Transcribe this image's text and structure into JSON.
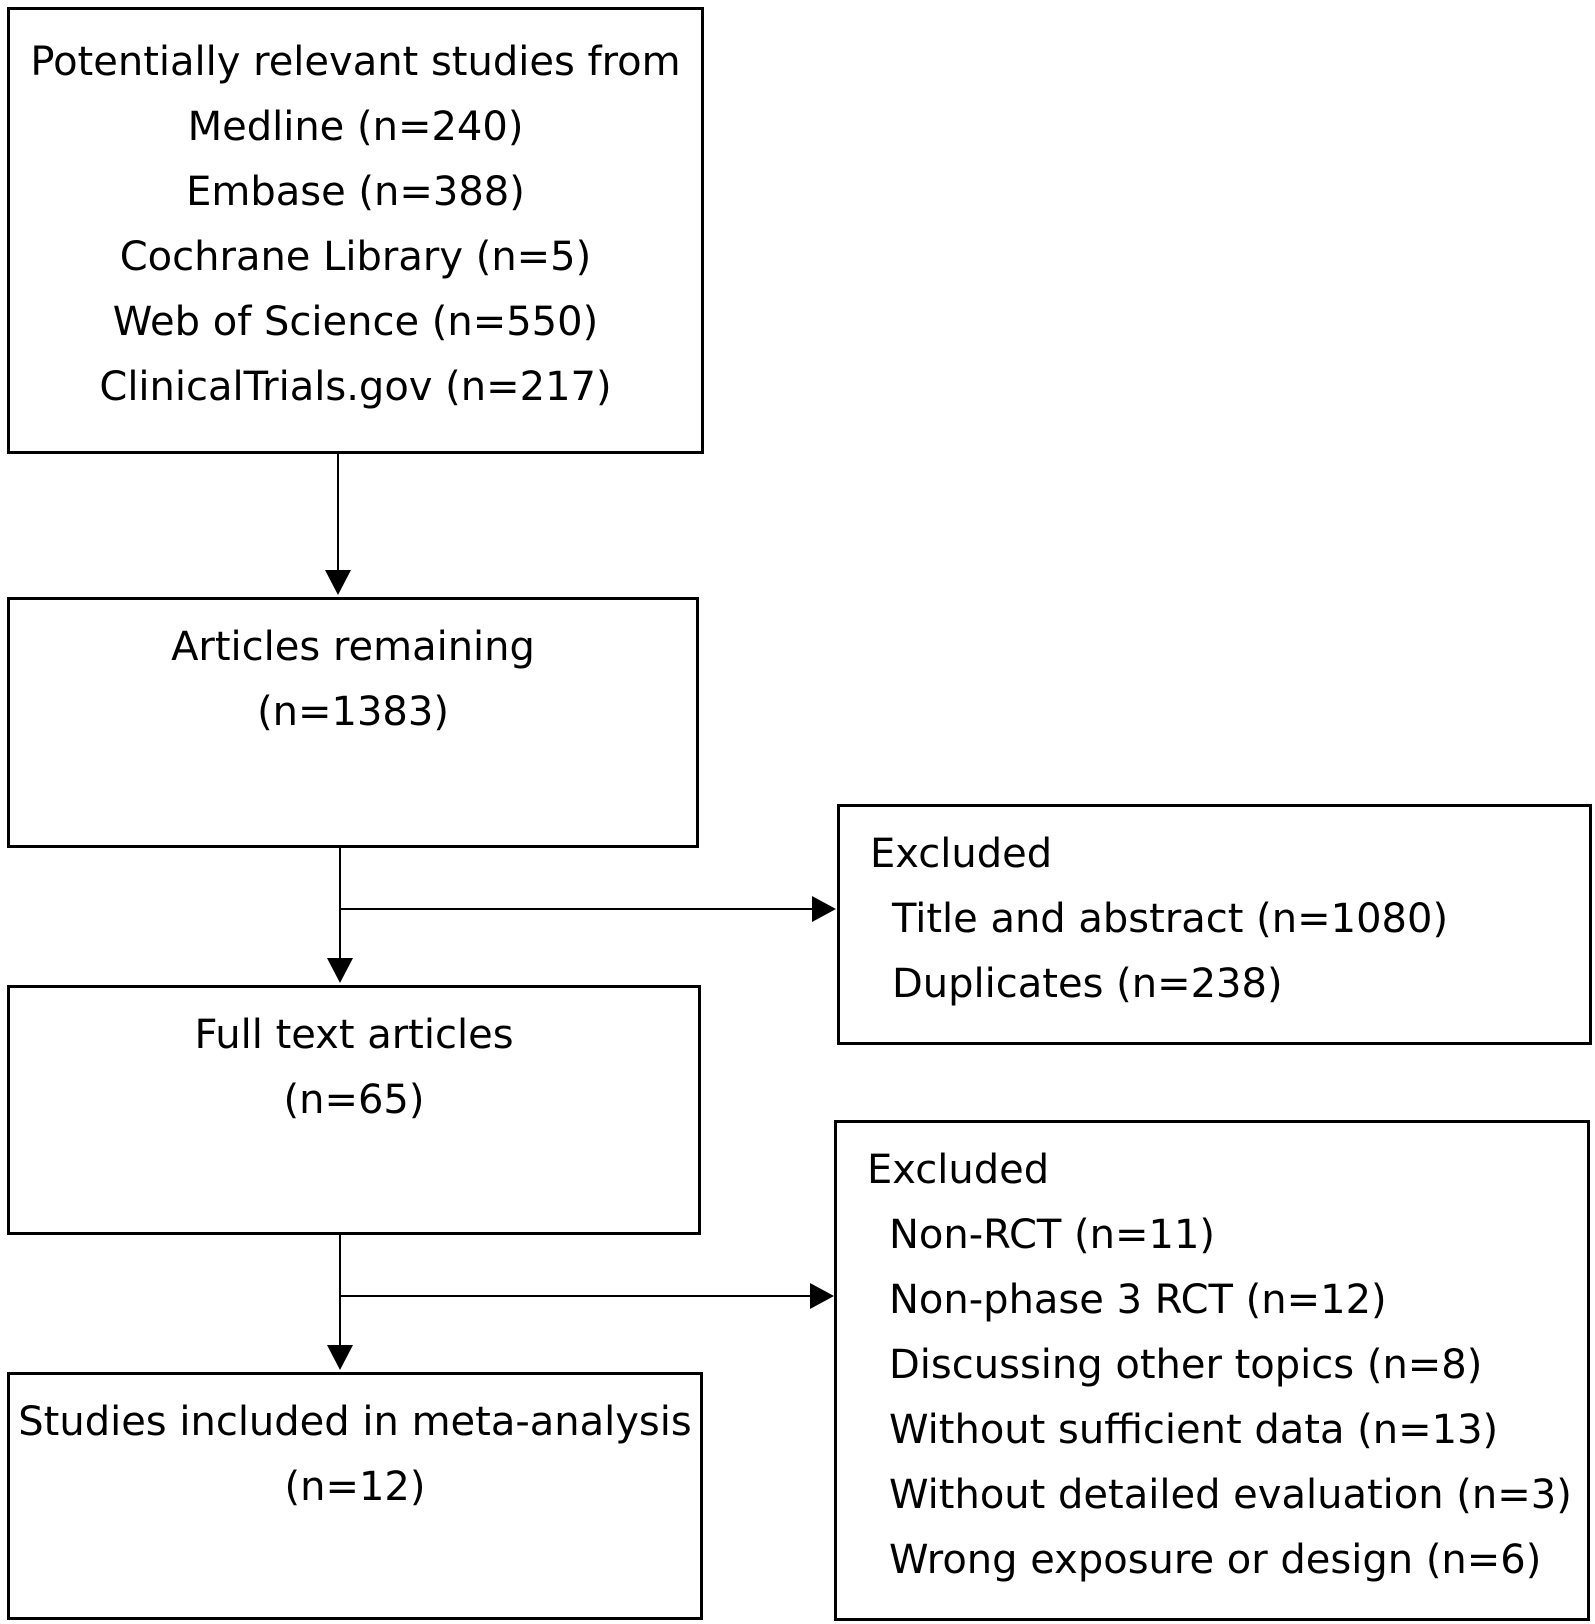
{
  "boxes": {
    "identification": {
      "lines": [
        "Potentially relevant studies from",
        "Medline (n=240)",
        "Embase (n=388)",
        "Cochrane Library (n=5)",
        "Web of Science (n=550)",
        "ClinicalTrials.gov (n=217)"
      ]
    },
    "remaining": {
      "title": "Articles remaining",
      "count": "(n=1383)"
    },
    "full_text": {
      "title": "Full text articles",
      "count": "(n=65)"
    },
    "included": {
      "title": "Studies included in meta-analysis",
      "count": "(n=12)"
    },
    "excluded_screening": {
      "heading": "Excluded",
      "items": [
        "Title and abstract (n=1080)",
        "Duplicates (n=238)"
      ]
    },
    "excluded_full_text": {
      "heading": "Excluded",
      "items": [
        "Non-RCT (n=11)",
        "Non-phase 3 RCT (n=12)",
        "Discussing other topics (n=8)",
        "Without sufficient data (n=13)",
        "Without detailed evaluation (n=3)",
        "Wrong exposure or design (n=6)"
      ]
    }
  },
  "colors": {
    "stroke": "#000000",
    "background": "#ffffff"
  }
}
